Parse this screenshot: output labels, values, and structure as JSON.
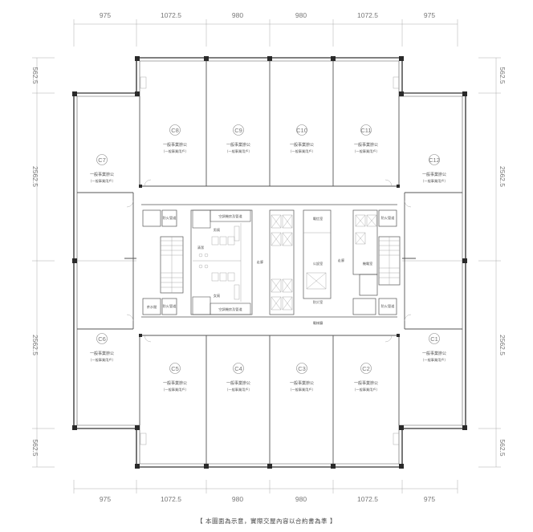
{
  "dimensions": {
    "top": [
      "975",
      "1072.5",
      "980",
      "980",
      "1072.5",
      "975"
    ],
    "bottom": [
      "975",
      "1072.5",
      "980",
      "980",
      "1072.5",
      "975"
    ],
    "left": [
      "562.5",
      "2562.5",
      "2562.5",
      "562.5"
    ],
    "right": [
      "562.5",
      "2562.5",
      "2562.5",
      "562.5"
    ]
  },
  "units": [
    {
      "id": "C8",
      "title": "一般事業辦公",
      "sub": "（一般事業用戶）"
    },
    {
      "id": "C9",
      "title": "一般事業辦公",
      "sub": "（一般事業用戶）"
    },
    {
      "id": "C10",
      "title": "一般事業辦公",
      "sub": "（一般事業用戶）"
    },
    {
      "id": "C11",
      "title": "一般事業辦公",
      "sub": "（一般事業用戶）"
    },
    {
      "id": "C7",
      "title": "一般事業辦公",
      "sub": "（一般事業用戶）"
    },
    {
      "id": "C12",
      "title": "一般事業辦公",
      "sub": "（一般事業用戶）"
    },
    {
      "id": "C6",
      "title": "一般事業辦公",
      "sub": "（一般事業用戶）"
    },
    {
      "id": "C1",
      "title": "一般事業辦公",
      "sub": "（一般事業用戶）"
    },
    {
      "id": "C5",
      "title": "一般事業辦公",
      "sub": "（一般事業用戶）"
    },
    {
      "id": "C4",
      "title": "一般事業辦公",
      "sub": "（一般事業用戶）"
    },
    {
      "id": "C3",
      "title": "一般事業辦公",
      "sub": "（一般事業用戶）"
    },
    {
      "id": "C2",
      "title": "一般事業辦公",
      "sub": "（一般事業用戶）"
    }
  ],
  "core_labels": {
    "ac_top": "空調機房及管道",
    "ac_bottom": "空調機房及管道",
    "shaft_left_top": "防火管道",
    "shaft_left_bottom": "防火管道",
    "shaft_right_top": "防火管道",
    "shaft_right_bottom": "防火管道",
    "corridor": "走廊",
    "corridor_right": "走廊",
    "lobby": "電梯廳",
    "wc_men": "男廁",
    "wc_women": "女廁",
    "cleaning": "清潔",
    "electrical": "電信室",
    "gas": "公設室",
    "fire": "防災室",
    "mech": "機電室",
    "pantry": "茶水間"
  },
  "note": "【 本圖面為示意，實際交屋內容以合約書為準 】"
}
